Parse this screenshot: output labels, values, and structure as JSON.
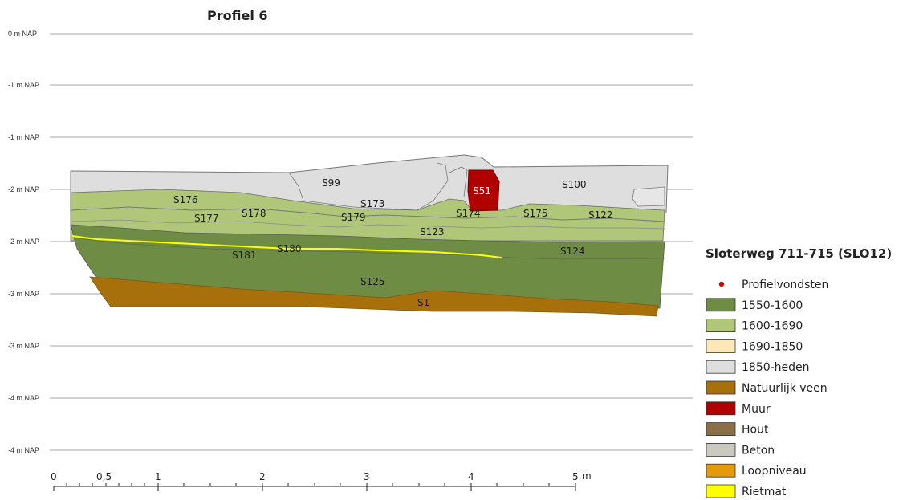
{
  "title": "Profiel 6",
  "nap_labels": [
    "0 m NAP",
    "-1 m NAP",
    "-1 m NAP",
    "-2 m NAP",
    "-2 m NAP",
    "-3 m NAP",
    "-3 m NAP",
    "-4 m NAP",
    "-4 m NAP"
  ],
  "layers": {
    "S99": "S99",
    "S100": "S100",
    "S173": "S173",
    "S51": "S51",
    "S176": "S176",
    "S177": "S177",
    "S178": "S178",
    "S179": "S179",
    "S174": "S174",
    "S175": "S175",
    "S122": "S122",
    "S123": "S123",
    "S180": "S180",
    "S181": "S181",
    "S124": "S124",
    "S125": "S125",
    "S1": "S1"
  },
  "scale": {
    "ticks": [
      "0",
      "0,5",
      "1",
      "2",
      "3",
      "4",
      "5"
    ],
    "unit": "m"
  },
  "legend": {
    "title": "Sloterweg 711-715 (SLO12)",
    "items": [
      {
        "label": "Profielvondsten",
        "color": "#d40000",
        "kind": "dot"
      },
      {
        "label": "1550-1600",
        "color": "#6f8c45",
        "kind": "box"
      },
      {
        "label": "1600-1690",
        "color": "#b0c77a",
        "kind": "box"
      },
      {
        "label": "1690-1850",
        "color": "#fde7b8",
        "kind": "box"
      },
      {
        "label": "1850-heden",
        "color": "#dedede",
        "kind": "box"
      },
      {
        "label": "Natuurlijk veen",
        "color": "#a8700a",
        "kind": "box"
      },
      {
        "label": "Muur",
        "color": "#b00000",
        "kind": "box"
      },
      {
        "label": "Hout",
        "color": "#8b6f47",
        "kind": "box"
      },
      {
        "label": "Beton",
        "color": "#c9c9c0",
        "kind": "box"
      },
      {
        "label": "Loopniveau",
        "color": "#e39b0c",
        "kind": "box"
      },
      {
        "label": "Rietmat",
        "color": "#ffff00",
        "kind": "box"
      }
    ]
  }
}
